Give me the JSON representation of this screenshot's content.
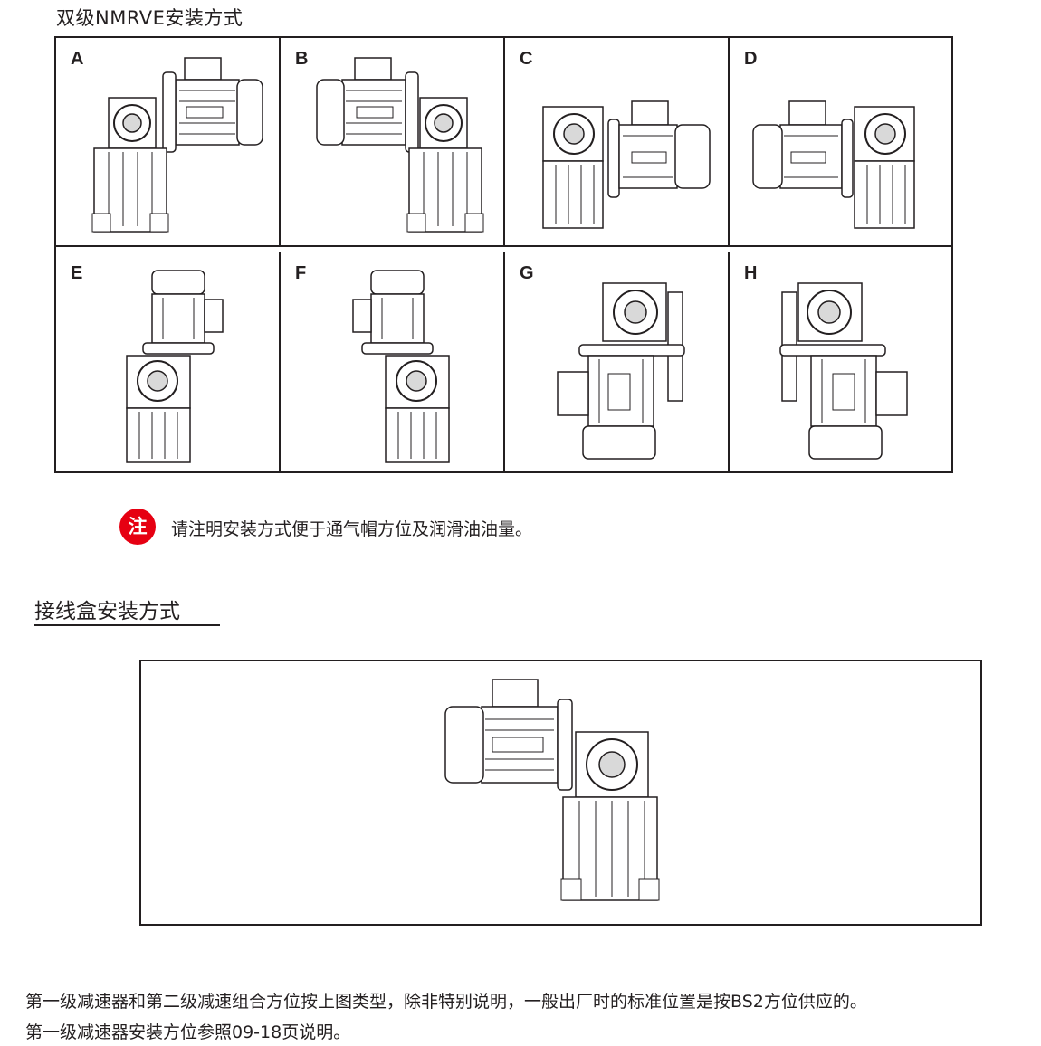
{
  "header": {
    "title": "双级NMRVE安装方式"
  },
  "positions": [
    {
      "label": "A",
      "view": "motor-right"
    },
    {
      "label": "B",
      "view": "motor-left"
    },
    {
      "label": "C",
      "view": "motor-right-low"
    },
    {
      "label": "D",
      "view": "motor-left-low"
    },
    {
      "label": "E",
      "view": "motor-up"
    },
    {
      "label": "F",
      "view": "motor-up"
    },
    {
      "label": "G",
      "view": "motor-down"
    },
    {
      "label": "H",
      "view": "motor-down"
    }
  ],
  "note": {
    "badge": "注",
    "text": "请注明安装方式便于通气帽方位及润滑油油量。"
  },
  "junction_box": {
    "title": "接线盒安装方式"
  },
  "footer": {
    "line1": "第一级减速器和第二级减速组合方位按上图类型，除非特别说明，一般出厂时的标准位置是按BS2方位供应的。",
    "line2": "第一级减速器安装方位参照09-18页说明。"
  },
  "colors": {
    "line": "#231f20",
    "accent": "#e60012",
    "metal": "#ffffff",
    "hub": "#d9d9d9"
  }
}
